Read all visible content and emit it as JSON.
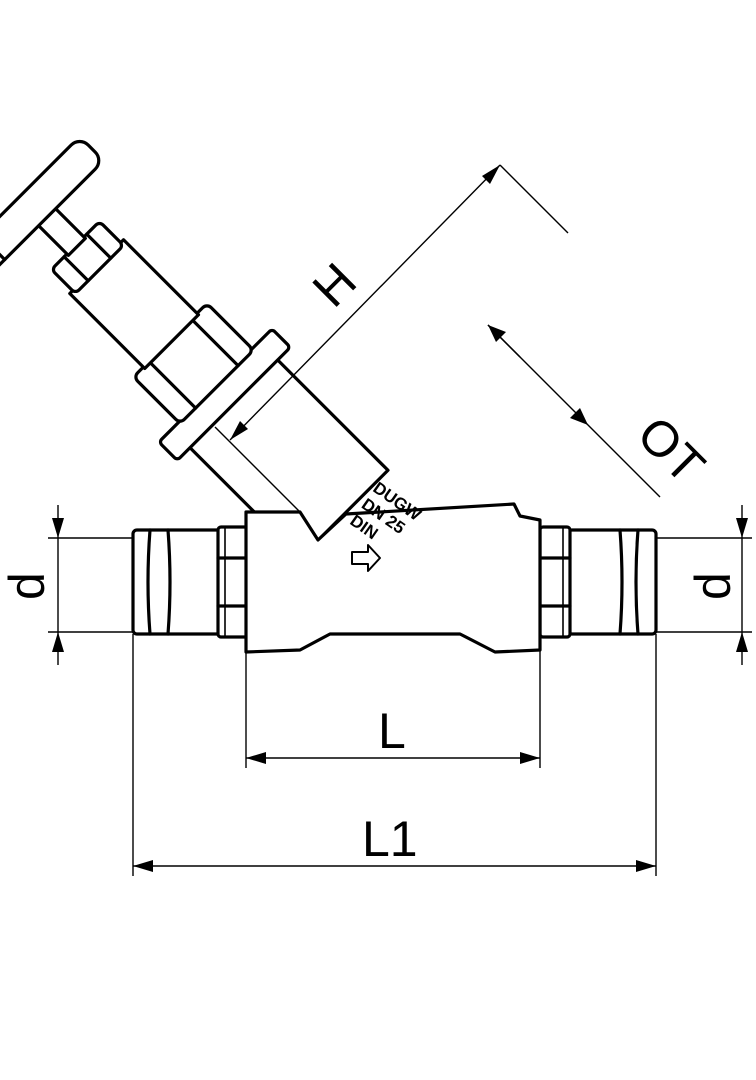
{
  "dimensions": {
    "height_label": "H",
    "outer_thread_label": "OT",
    "diameter_label": "d",
    "length_label": "L",
    "overall_length_label": "L1"
  },
  "body_marking": {
    "line1": "DUGW",
    "line2": "DN 25",
    "line3": "DIN"
  },
  "flow_direction": "right"
}
